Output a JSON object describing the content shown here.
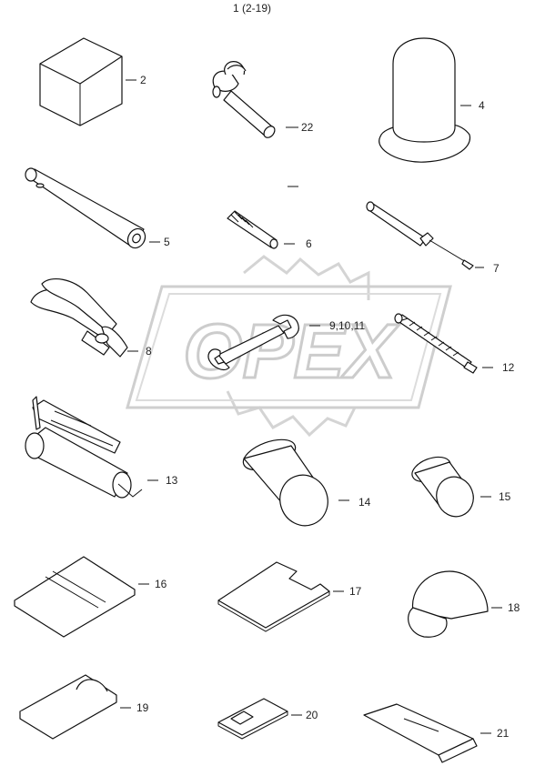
{
  "title": "1 (2-19)",
  "watermark": {
    "text": "OPEX",
    "color": "#d9d9d9"
  },
  "callouts": {
    "c2": "2",
    "c22": "22",
    "c4": "4",
    "c5": "5",
    "c6": "6",
    "c7": "7",
    "c8": "8",
    "c9": "9,10,11",
    "c12": "12",
    "c13": "13",
    "c14": "14",
    "c15": "15",
    "c16": "16",
    "c17": "17",
    "c18": "18",
    "c19": "19",
    "c20": "20",
    "c21": "21"
  }
}
